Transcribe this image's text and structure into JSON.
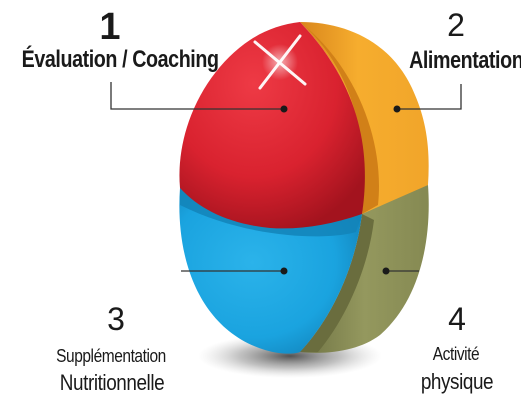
{
  "segments": [
    {
      "number": "1",
      "label": "Évaluation / Coaching",
      "color": "#d9222f"
    },
    {
      "number": "2",
      "label": "Alimentation",
      "color": "#f1a52a"
    },
    {
      "number": "3",
      "label_line1": "Supplémentation",
      "label_line2": "Nutritionnelle",
      "color": "#1aa3df"
    },
    {
      "number": "4",
      "label_line1": "Activité",
      "label_line2": "physique",
      "color": "#8f9359"
    }
  ]
}
